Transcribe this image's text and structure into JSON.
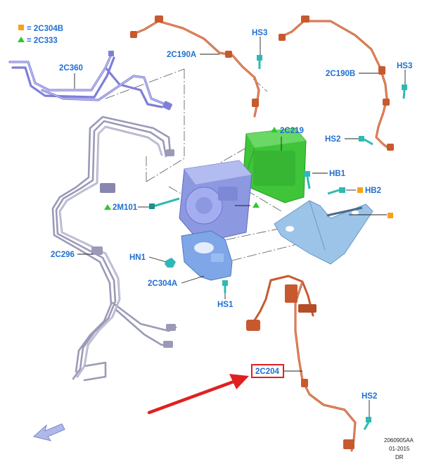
{
  "legend": [
    {
      "symbol": "square",
      "color": "#f6a21a",
      "text": "= 2C304B"
    },
    {
      "symbol": "triangle",
      "color": "#2ec82e",
      "text": "= 2C333"
    }
  ],
  "callouts": {
    "c2C360": "2C360",
    "c2C190A": "2C190A",
    "c2C190B": "2C190B",
    "hs3_left": "HS3",
    "hs3_right": "HS3",
    "hs2_upper": "HS2",
    "c2C219": "2C219",
    "hb1": "HB1",
    "hb2": "HB2",
    "c2M101": "2M101",
    "c2C296": "2C296",
    "hn1": "HN1",
    "c2C304A": "2C304A",
    "hs1": "HS1",
    "c2C204": "2C204",
    "hs2_lower": "HS2"
  },
  "highlight": {
    "target": "2C204",
    "color": "#e02020"
  },
  "colors": {
    "label": "#1f6fd1",
    "brake_lines_blue": "#7f7fd8",
    "brake_lines_grey": "#9a9ab8",
    "sensor_cable": "#c7592f",
    "module": "#3fc43a",
    "hydraulic_unit": "#8c98e0",
    "bracket": "#9cc4e8"
  },
  "footer": {
    "code": "2060905AA",
    "date": "01-2015",
    "region": "DR"
  }
}
